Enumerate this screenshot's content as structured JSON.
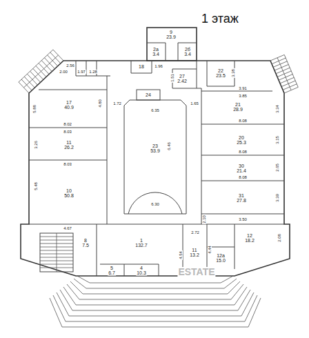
{
  "diagram": {
    "title": "1 этаж",
    "nodes": [
      {
        "text": [
          "9",
          "23.9"
        ]
      },
      {
        "text": [
          "2а",
          "3.4"
        ]
      },
      {
        "text": [
          "2б",
          "3.4"
        ]
      },
      {
        "text": [
          "18"
        ]
      },
      {
        "text": [
          "27",
          "2.42"
        ]
      },
      {
        "text": [
          "22",
          "23.5"
        ]
      },
      {
        "text": [
          "17",
          "40.9"
        ]
      },
      {
        "text": [
          "24"
        ]
      },
      {
        "text": [
          "23",
          "53.9"
        ]
      },
      {
        "text": [
          "21",
          "28.9"
        ]
      },
      {
        "text": [
          "11",
          "26.2"
        ]
      },
      {
        "text": [
          "20",
          "25.3"
        ]
      },
      {
        "text": [
          "30",
          "21.4"
        ]
      },
      {
        "text": [
          "10",
          "50.8"
        ]
      },
      {
        "text": [
          "31",
          "27.8"
        ]
      },
      {
        "text": [
          "8",
          "7.5"
        ]
      },
      {
        "text": [
          "1",
          "132.7"
        ]
      },
      {
        "text": [
          "11",
          "13.2"
        ]
      },
      {
        "text": [
          "12а",
          "15.0"
        ]
      },
      {
        "text": [
          "12",
          "18.2"
        ]
      },
      {
        "text": [
          "5",
          "6.7"
        ]
      },
      {
        "text": [
          "4",
          "10.3"
        ]
      }
    ],
    "labels": [
      "2.56",
      "2.00",
      "1.97",
      "1.28",
      "1.96",
      "1.51",
      "3.38",
      "3.91",
      "3.85",
      "5.88",
      "4.80",
      "1.72",
      "1.65",
      "6.35",
      "6.46",
      "3.34",
      "8.02",
      "8.08",
      "8.03",
      "3.26",
      "3.15",
      "8.08",
      "8.08",
      "2.65",
      "8.03",
      "5.48",
      "3.39",
      "6.30",
      "4.67",
      "2.10",
      "3.50",
      "2.08",
      "2.72",
      "4.54",
      "4.44",
      "ESTATE"
    ]
  }
}
